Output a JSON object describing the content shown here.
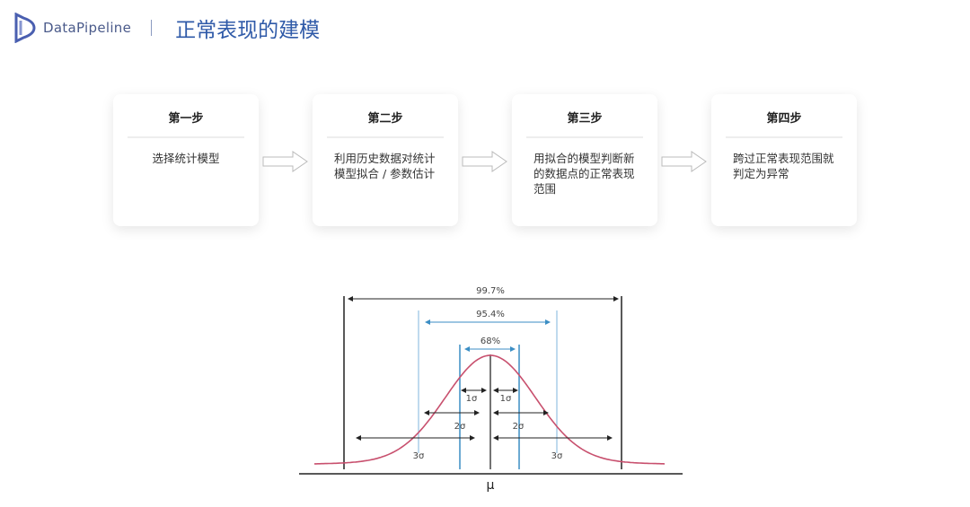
{
  "header": {
    "brand": "DataPipeline",
    "title": "正常表现的建模"
  },
  "steps": [
    {
      "title": "第一步",
      "text": "选择统计模型"
    },
    {
      "title": "第二步",
      "text": "利用历史数据对统计模型拟合 / 参数估计"
    },
    {
      "title": "第三步",
      "text": "用拟合的模型判断新的数据点的正常表现范围"
    },
    {
      "title": "第四步",
      "text": "跨过正常表现范围就判定为异常"
    }
  ],
  "diagram": {
    "ranges": [
      "99.7%",
      "95.4%",
      "68%"
    ],
    "sigma_labels": [
      "1σ",
      "1σ",
      "2σ",
      "2σ",
      "3σ",
      "3σ"
    ],
    "mean_label": "μ",
    "colors": {
      "curve": "#c8506e",
      "blue": "#3b8ec4",
      "black": "#222222"
    }
  }
}
